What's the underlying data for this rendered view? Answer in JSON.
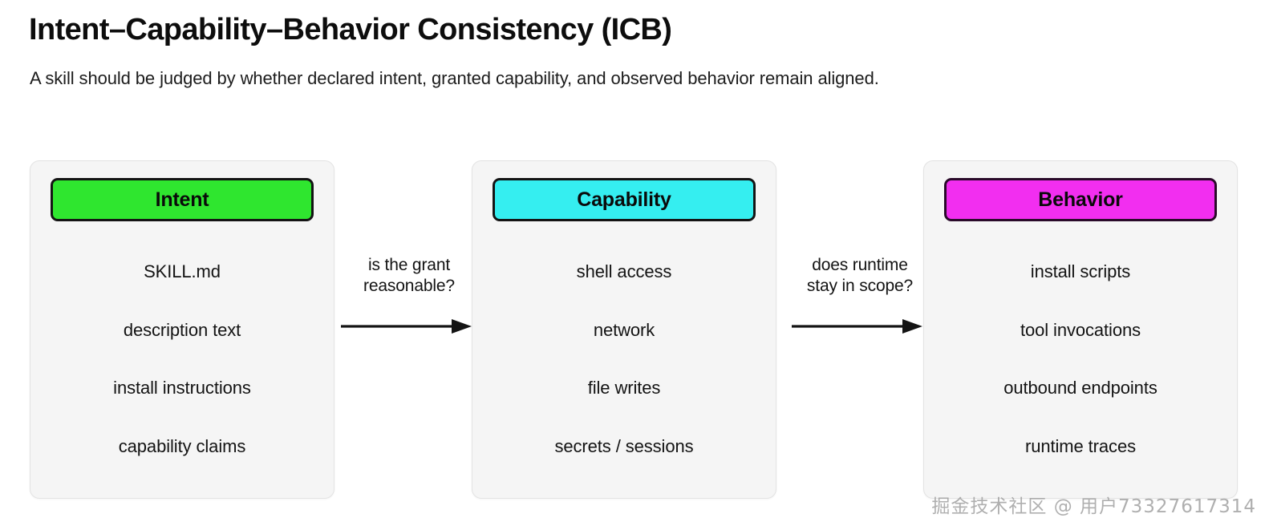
{
  "page": {
    "title": "Intent–Capability–Behavior Consistency (ICB)",
    "subtitle": "A skill should be judged by whether declared intent, granted capability, and observed behavior remain aligned."
  },
  "colors": {
    "intent_header": "#2fe62f",
    "capability_header": "#35eef0",
    "behavior_header": "#f22ef0",
    "card_background": "#f5f5f5",
    "card_border": "#e3e3e3",
    "header_border": "#141414",
    "behavior_header_border": "#2a0a2a",
    "text": "#131313",
    "watermark": "#9e9e9e"
  },
  "cards": [
    {
      "id": "intent",
      "header": "Intent",
      "items": [
        "SKILL.md",
        "description text",
        "install instructions",
        "capability claims"
      ]
    },
    {
      "id": "capability",
      "header": "Capability",
      "items": [
        "shell access",
        "network",
        "file writes",
        "secrets / sessions"
      ]
    },
    {
      "id": "behavior",
      "header": "Behavior",
      "items": [
        "install scripts",
        "tool invocations",
        "outbound endpoints",
        "runtime traces"
      ]
    }
  ],
  "connectors": [
    {
      "id": "intent-to-capability",
      "label": "is the grant\nreasonable?",
      "direction": "right"
    },
    {
      "id": "capability-to-behavior",
      "label": "does runtime\nstay in scope?",
      "direction": "right"
    }
  ],
  "watermark": {
    "text": "掘金技术社区 @ 用户73327617314"
  }
}
